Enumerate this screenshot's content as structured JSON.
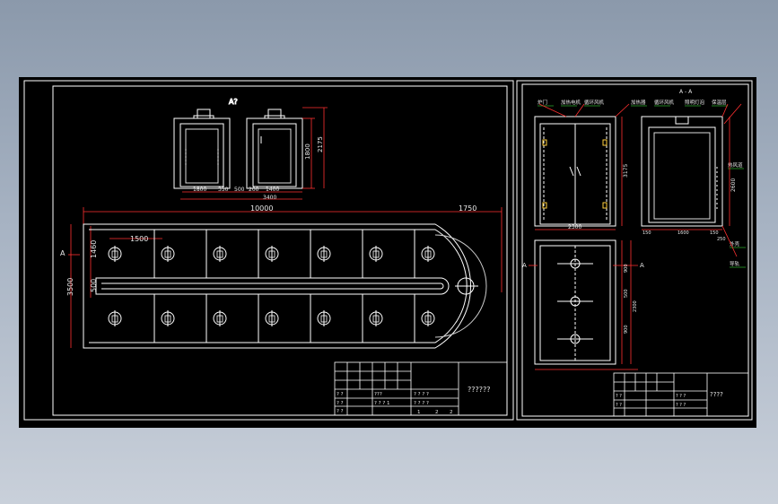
{
  "colors": {
    "background": "#000000",
    "frame": "#ffffff",
    "dimension": "#ff3030",
    "annotation_green": "#40ff40",
    "canvas_bg_top": "#8b99ab",
    "canvas_bg_bottom": "#c9d0da"
  },
  "left_sheet": {
    "view_label_top": "A?",
    "section_marker": "A",
    "dims": {
      "total_length": "10000",
      "end_radius": "1750",
      "pitch": "1500",
      "lane_width": "1460",
      "gap": "500",
      "total_width": "3500",
      "cab_height": "1800",
      "cab_total_height": "2175",
      "cab_w_left": "1800",
      "cab_side_left": "350",
      "cab_gap": "500",
      "cab_side_right": "200",
      "cab_w_right": "1400",
      "cab_total_width": "3400"
    },
    "title_block": {
      "title": "??????",
      "cells": [
        "? ?",
        "? ?",
        "? ?",
        "???",
        "? ? ? ?",
        "? ? ? ?",
        "? ? ? 1",
        "1",
        "2",
        "2"
      ]
    }
  },
  "right_sheet": {
    "section_title": "A - A",
    "section_marker_left": "A",
    "section_marker_right": "A",
    "callouts": [
      "炉门",
      "加热电机",
      "循环风机",
      "加热器",
      "循环风机",
      "照明灯泡",
      "保温层",
      "热风道",
      "外壳",
      "导轨"
    ],
    "dims": {
      "front_width": "2300",
      "front_height": "3175",
      "side_width": "1600",
      "side_left": "150",
      "side_right": "150",
      "side_height": "2600",
      "side_extra": "250",
      "plan_a": "900",
      "plan_b": "500",
      "plan_c": "900",
      "plan_total": "2300"
    },
    "title_block": {
      "title": "????",
      "cells": [
        "? ?",
        "? ?",
        "? ? ?",
        "? ? ?"
      ]
    }
  }
}
